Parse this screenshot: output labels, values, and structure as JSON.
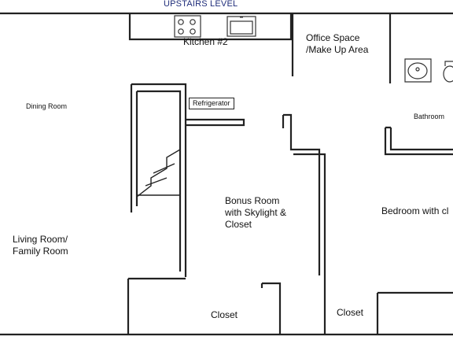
{
  "plan": {
    "title": "UPSTAIRS LEVEL",
    "rooms": {
      "kitchen": "Kitchen #2",
      "office": "Office Space\n/Make Up Area",
      "dining": "Dining Room",
      "refrigerator": "Refrigerator",
      "bathroom": "Bathroom",
      "bonus": "Bonus Room\nwith Skylight &\nCloset",
      "bedroom": "Bedroom with cl",
      "living": "Living Room/\nFamily Room",
      "closet_left": "Closet",
      "closet_right": "Closet"
    }
  }
}
